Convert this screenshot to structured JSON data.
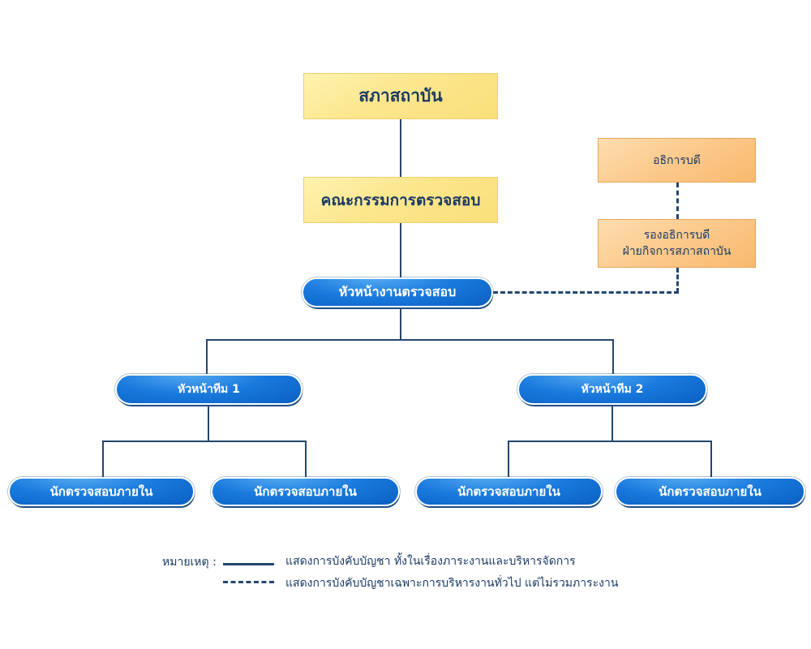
{
  "chart_type": "organization-chart",
  "colors": {
    "text_navy": "#1b3a64",
    "connector": "#24466e",
    "yellow_box_light": "#fdf3b0",
    "yellow_box_dark": "#fadf7a",
    "yellow_border": "#ecd06a",
    "orange_box_light": "#fdddb0",
    "orange_box_dark": "#f9b96e",
    "orange_border": "#e9a55b",
    "pill_blue_light": "#58aef2",
    "pill_blue_dark": "#0a60c2",
    "pill_text": "#ffffff"
  },
  "nodes": {
    "council": "สภาสถาบัน",
    "audit_committee": "คณะกรรมการตรวจสอบ",
    "president": "อธิการบดี",
    "vice_president_line1": "รองอธิการบดี",
    "vice_president_line2": "ฝ่ายกิจการสภาสถาบัน",
    "audit_head": "หัวหน้างานตรวจสอบ",
    "team_lead_1": "หัวหน้าทีม 1",
    "team_lead_2": "หัวหน้าทีม 2",
    "auditors": [
      "นักตรวจสอบภายใน",
      "นักตรวจสอบภายใน",
      "นักตรวจสอบภายใน",
      "นักตรวจสอบภายใน"
    ]
  },
  "legend": {
    "label": "หมายเหตุ :",
    "solid_line_desc": "แสดงการบังคับบัญชา ทั้งในเรื่องภาระงานและบริหารจัดการ",
    "dashed_line_desc": "แสดงการบังคับบัญชาเฉพาะการบริหารงานทั่วไป แต่ไม่รวมภาระงาน"
  }
}
